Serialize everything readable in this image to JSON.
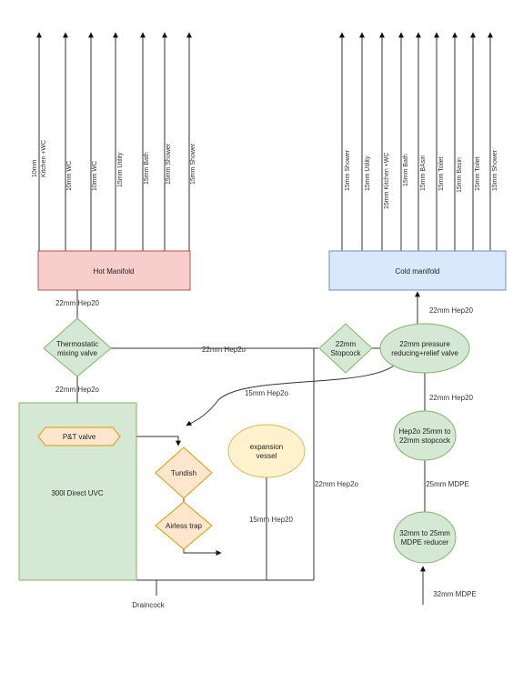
{
  "diagram": {
    "hot_outlets": [
      "10mm Kitchen +WC",
      "10mm WC",
      "10mm WC",
      "15mm Utility",
      "15mm Bath",
      "15mm Shower",
      "15mm Shower"
    ],
    "cold_outlets": [
      "15mm Shower",
      "15mm Utility",
      "15mm Kitchen +WC",
      "15mm Bath",
      "15mm BAsin",
      "15mm Toilet",
      "15mm Basin",
      "15mm Toilet",
      "15mm Shower"
    ],
    "nodes": {
      "hot_manifold": "Hot Manifold",
      "cold_manifold": "Cold manifold",
      "thermostatic_valve": [
        "Thermostatic",
        "mixing valve"
      ],
      "stopcock": [
        "22mm",
        "Stopcock"
      ],
      "prv": [
        "22mm pressure",
        "reducing+relief valve"
      ],
      "stopcock_hep": [
        "Hep2o 25mm to",
        "22mm stopcock"
      ],
      "mdpe_reducer": [
        "32mm to 25mm",
        "MDPE reducer"
      ],
      "cylinder": "300l Direct UVC",
      "pt_valve": "P&T valve",
      "tundish": "Tundish",
      "airless_trap": "Airless trap",
      "expansion_vessel": [
        "expansion",
        "vessel"
      ]
    },
    "edge_labels": {
      "hot_feed": "22mm Hep20",
      "cyl_to_tmv": "22mm Hep2o",
      "tmv_to_stopcock": "22mm Hep2o",
      "cold_feed": "22mm Hep20",
      "prv_to_pt": "15mm Hep2o",
      "prv_to_stopcock_hep": "22mm Hep20",
      "riser_right": "22mm Hep2o",
      "reducer_to_hep": "25mm MDPE",
      "expansion_pipe": "15mm Hep20",
      "incoming": "32mm MDPE",
      "draincock": "Draincock"
    }
  }
}
